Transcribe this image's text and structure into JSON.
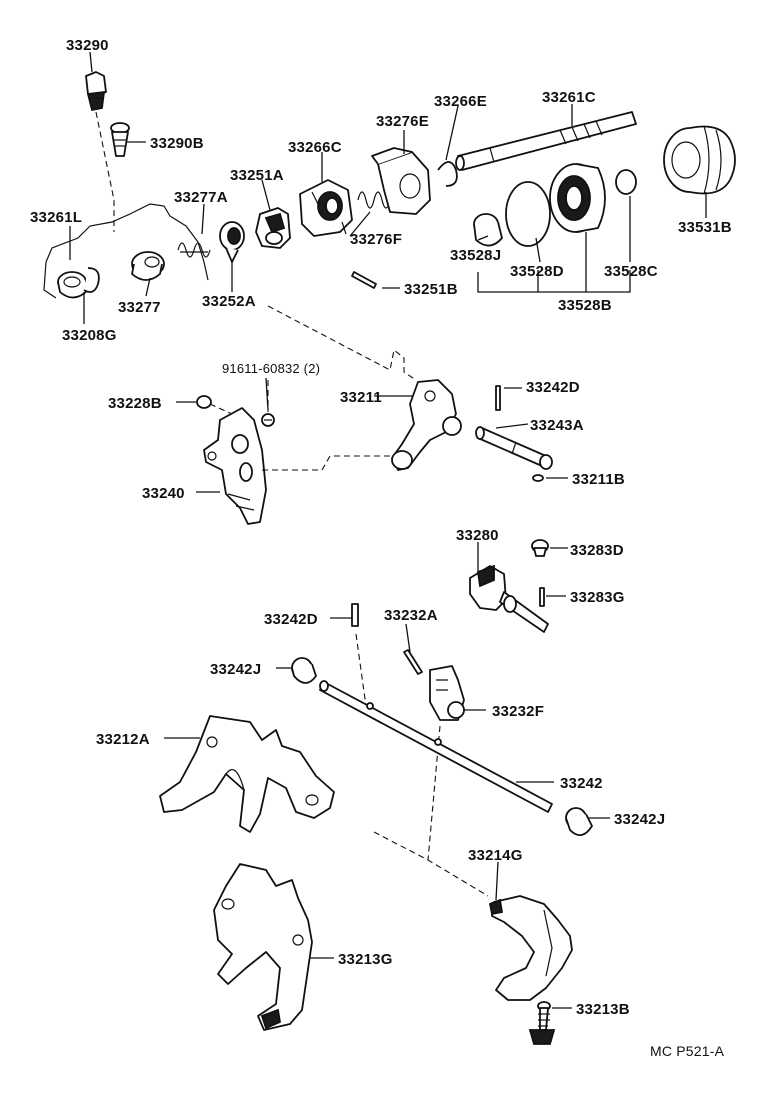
{
  "diagram_code": "MC P521-A",
  "parts": {
    "p33290": "33290",
    "p33290B": "33290B",
    "p33266E": "33266E",
    "p33261C": "33261C",
    "p33276E": "33276E",
    "p33266C": "33266C",
    "p33251A": "33251A",
    "p33277A": "33277A",
    "p33261L": "33261L",
    "p33276F": "33276F",
    "p33528J": "33528J",
    "p33528D": "33528D",
    "p33528C": "33528C",
    "p33531B": "33531B",
    "p33277": "33277",
    "p33252A": "33252A",
    "p33251B": "33251B",
    "p33528B": "33528B",
    "p33208G": "33208G",
    "p91611": "91611-60832 (2)",
    "p33211": "33211",
    "p33242D_a": "33242D",
    "p33228B": "33228B",
    "p33243A": "33243A",
    "p33240": "33240",
    "p33211B": "33211B",
    "p33280": "33280",
    "p33283D": "33283D",
    "p33283G": "33283G",
    "p33242D_b": "33242D",
    "p33232A": "33232A",
    "p33242J_a": "33242J",
    "p33232F": "33232F",
    "p33212A": "33212A",
    "p33242": "33242",
    "p33242J_b": "33242J",
    "p33214G": "33214G",
    "p33213G": "33213G",
    "p33213B": "33213B"
  }
}
